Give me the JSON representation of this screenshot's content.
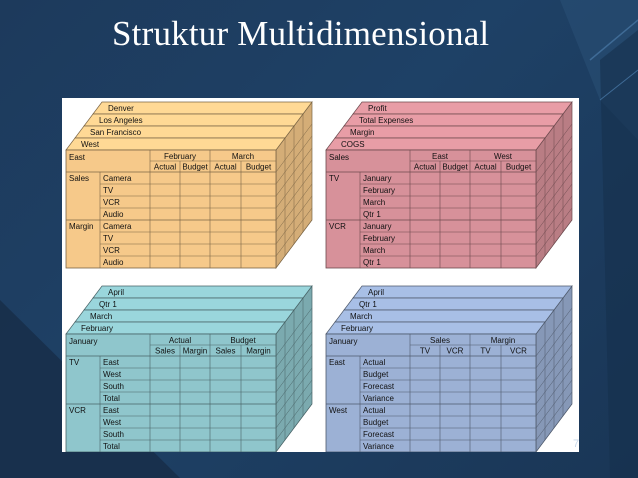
{
  "title": "Struktur Multidimensional",
  "page_number": "7",
  "colors": {
    "background": "#1d3a5c",
    "orange_cube": "#f6c98a",
    "red_cube": "#d7919a",
    "teal_cube": "#8fc6cc",
    "blue_cube": "#9cb1d5"
  },
  "cubes": [
    {
      "id": "orange",
      "layers": [
        "Denver",
        "Los Angeles",
        "San Francisco",
        "West"
      ],
      "corner": "East",
      "groups": [
        "February",
        "March"
      ],
      "subs": [
        "Actual",
        "Budget",
        "Actual",
        "Budget"
      ],
      "row_groups": [
        {
          "label": "Sales",
          "items": [
            "Camera",
            "TV",
            "VCR",
            "Audio"
          ]
        },
        {
          "label": "Margin",
          "items": [
            "Camera",
            "TV",
            "VCR",
            "Audio"
          ]
        }
      ]
    },
    {
      "id": "red",
      "layers": [
        "Profit",
        "Total Expenses",
        "Margin",
        "COGS"
      ],
      "corner": "Sales",
      "groups": [
        "East",
        "West"
      ],
      "subs": [
        "Actual",
        "Budget",
        "Actual",
        "Budget"
      ],
      "row_groups": [
        {
          "label": "TV",
          "items": [
            "January",
            "February",
            "March",
            "Qtr 1"
          ]
        },
        {
          "label": "VCR",
          "items": [
            "January",
            "February",
            "March",
            "Qtr 1"
          ]
        }
      ]
    },
    {
      "id": "teal",
      "layers": [
        "April",
        "Qtr 1",
        "March",
        "February"
      ],
      "corner": "January",
      "groups": [
        "Actual",
        "Budget"
      ],
      "subs": [
        "Sales",
        "Margin",
        "Sales",
        "Margin"
      ],
      "row_groups": [
        {
          "label": "TV",
          "items": [
            "East",
            "West",
            "South",
            "Total"
          ]
        },
        {
          "label": "VCR",
          "items": [
            "East",
            "West",
            "South",
            "Total"
          ]
        }
      ]
    },
    {
      "id": "blue",
      "layers": [
        "April",
        "Qtr 1",
        "March",
        "February"
      ],
      "corner": "January",
      "groups": [
        "Sales",
        "Margin"
      ],
      "subs": [
        "TV",
        "VCR",
        "TV",
        "VCR"
      ],
      "row_groups": [
        {
          "label": "East",
          "items": [
            "Actual",
            "Budget",
            "Forecast",
            "Variance"
          ]
        },
        {
          "label": "West",
          "items": [
            "Actual",
            "Budget",
            "Forecast",
            "Variance"
          ]
        }
      ]
    }
  ]
}
